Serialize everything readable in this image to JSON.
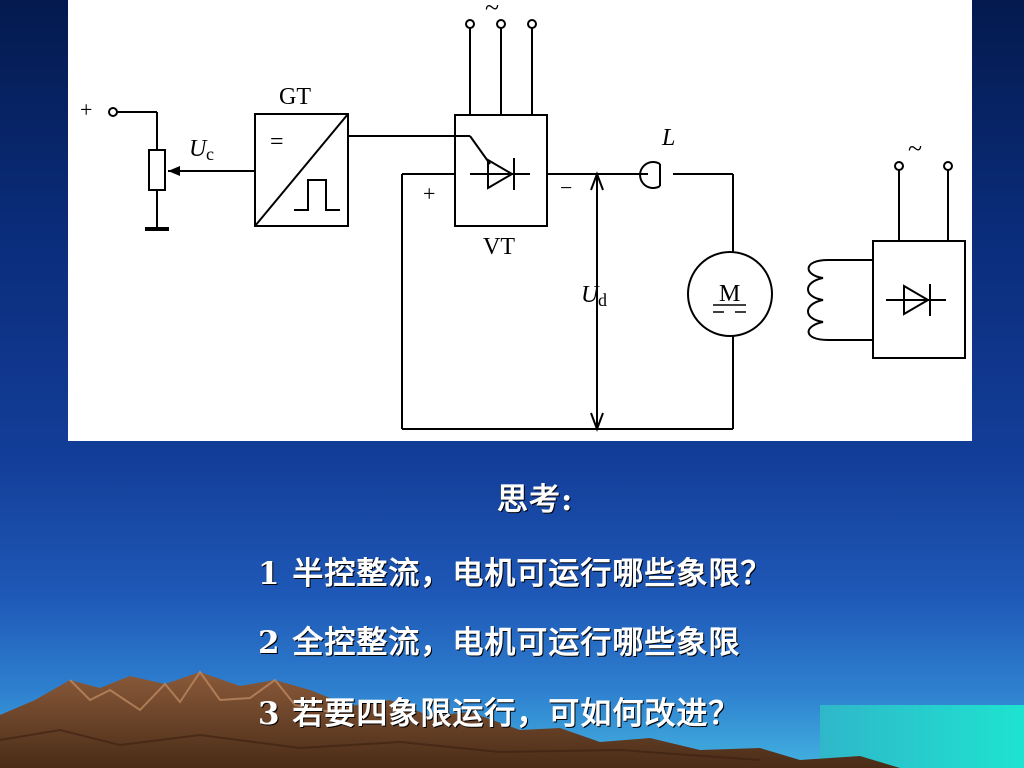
{
  "diagram": {
    "labels": {
      "plus_input": "+",
      "gt": "GT",
      "gt_equal": "=",
      "uc_main": "U",
      "uc_sub": "c",
      "vt": "VT",
      "plus_bridge": "+",
      "minus_bridge": "−",
      "inductor": "L",
      "ud_main": "U",
      "ud_sub": "d",
      "motor": "M",
      "ac_top": "~",
      "ac_right": "~"
    }
  },
  "questions": {
    "heading": "思考:",
    "q1": "1 半控整流，电机可运行哪些象限？",
    "q2": "2 全控整流，电机可运行哪些象限",
    "q3": "3 若要四象限运行，可如何改进？"
  }
}
